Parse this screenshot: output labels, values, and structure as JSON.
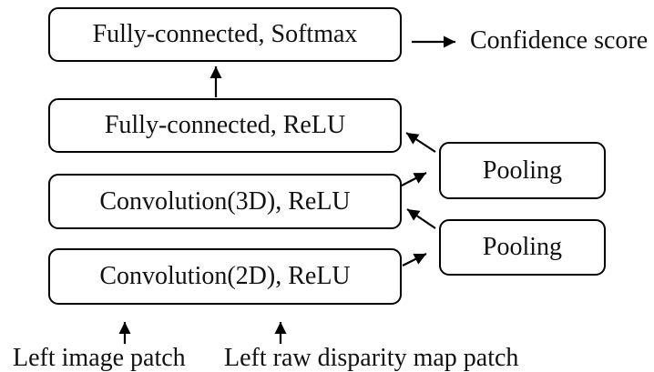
{
  "diagram": {
    "background_color": "#ffffff",
    "stroke_color": "#000000",
    "nodes": {
      "fc_softmax": "Fully-connected, Softmax",
      "fc_relu": "Fully-connected, ReLU",
      "conv3d": "Convolution(3D), ReLU",
      "conv2d": "Convolution(2D), ReLU",
      "pooling_top": "Pooling",
      "pooling_bottom": "Pooling"
    },
    "output_label": "Confidence score",
    "input_labels": {
      "left_image": "Left image patch",
      "left_disparity": "Left raw disparity map patch"
    },
    "edges": [
      {
        "from": "left_image",
        "to": "conv2d"
      },
      {
        "from": "left_disparity",
        "to": "conv2d"
      },
      {
        "from": "conv2d",
        "to": "pooling_bottom"
      },
      {
        "from": "pooling_bottom",
        "to": "conv3d"
      },
      {
        "from": "conv3d",
        "to": "pooling_top"
      },
      {
        "from": "pooling_top",
        "to": "fc_relu"
      },
      {
        "from": "fc_relu",
        "to": "fc_softmax"
      },
      {
        "from": "fc_softmax",
        "to": "confidence_score"
      }
    ]
  }
}
